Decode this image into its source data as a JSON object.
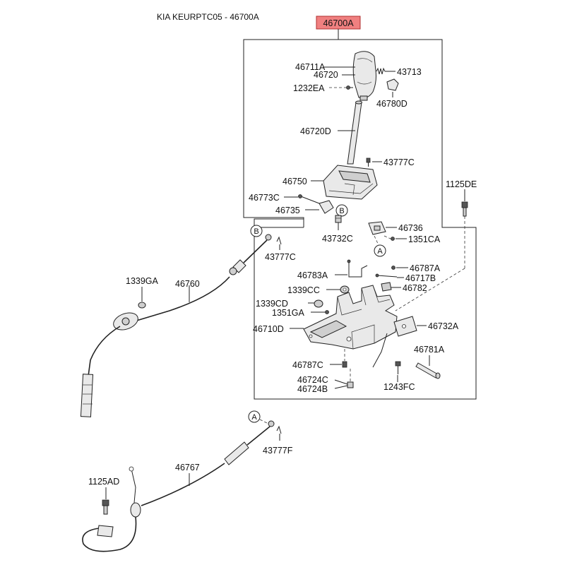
{
  "header": {
    "title": "KIA KEURPTC05 - 46700A"
  },
  "selected_part": {
    "label": "46700A",
    "highlight_color": "#f08080"
  },
  "part_labels": {
    "p46711A": "46711A",
    "p46720": "46720",
    "p43713": "43713",
    "p1232EA": "1232EA",
    "p46780D": "46780D",
    "p46720D": "46720D",
    "p43777C_top": "43777C",
    "p46750": "46750",
    "p46773C": "46773C",
    "p46735": "46735",
    "p43732C": "43732C",
    "p1125DE": "1125DE",
    "p46736": "46736",
    "p1351CA": "1351CA",
    "p43777C_left": "43777C",
    "p1339GA": "1339GA",
    "p46760": "46760",
    "p46783A": "46783A",
    "p46787A": "46787A",
    "p46717B": "46717B",
    "p46782": "46782",
    "p1339CC": "1339CC",
    "p1339CD": "1339CD",
    "p1351GA": "1351GA",
    "p46710D": "46710D",
    "p46732A": "46732A",
    "p46781A": "46781A",
    "p46787C": "46787C",
    "p46724C": "46724C",
    "p46724B": "46724B",
    "p1243FC": "1243FC",
    "p43777F": "43777F",
    "p46767": "46767",
    "p1125AD": "1125AD"
  },
  "callouts": {
    "b_upper": "B",
    "b_left": "B",
    "a_mid": "A",
    "a_lower": "A"
  }
}
